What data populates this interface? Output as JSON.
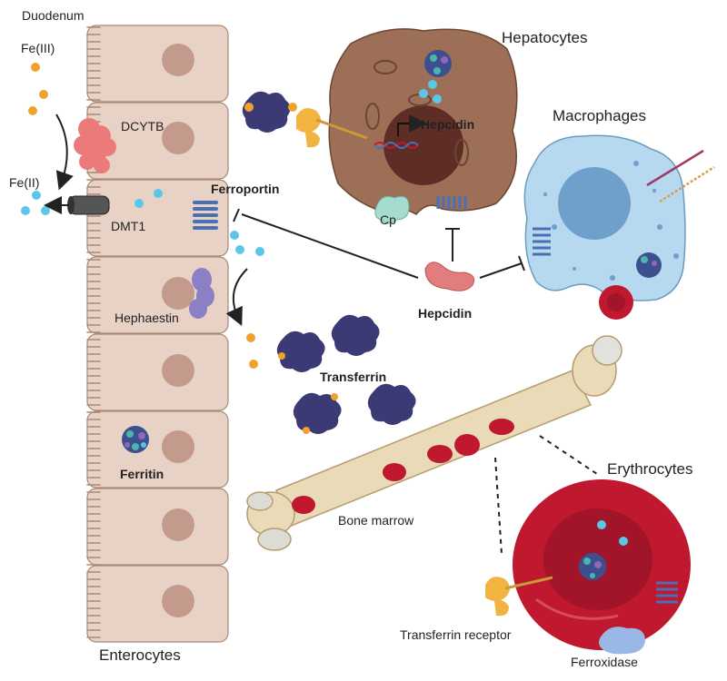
{
  "labels": {
    "duodenum": "Duodenum",
    "fe3": "Fe(III)",
    "fe2": "Fe(II)",
    "dcytb": "DCYTB",
    "dmt1": "DMT1",
    "ferroportin": "Ferroportin",
    "hephaestin": "Hephaestin",
    "ferritin": "Ferritin",
    "enterocytes": "Enterocytes",
    "hepatocytes": "Hepatocytes",
    "hepcidin_gene": "Hepcidin",
    "cp": "Cp",
    "macrophages": "Macrophages",
    "hepcidin": "Hepcidin",
    "transferrin": "Transferrin",
    "bone_marrow": "Bone marrow",
    "erythrocytes": "Erythrocytes",
    "transferrin_receptor": "Transferrin receptor",
    "ferroxidase": "Ferroxidase"
  },
  "colors": {
    "fe3_iron": "#f0a32a",
    "fe2_iron": "#5cc6e6",
    "enterocyte": "#e8d2c6",
    "enterocyte_border": "#a88878",
    "nucleus": "#c39a8b",
    "hepatocyte": "#9d6f57",
    "macrophage": "#b6d9ef",
    "erythrocyte": "#c0192f",
    "transferrin_protein": "#3b3a75",
    "bone": "#eadbb8",
    "hepcidin_peptide": "#e27d7d",
    "dcytb_protein": "#ec7a7a",
    "hephaestin_protein": "#8b7fc6",
    "ferroportin_protein": "#4b6fb5",
    "cp_protein": "#a6dbcf",
    "ferroxidase_protein": "#9ab8e5",
    "receptor": "#f2b441",
    "dmt1_channel": "#555555"
  },
  "icons": [
    "iron-ion-icon",
    "protein-icon",
    "cell-icon",
    "inhibition-arrow-icon",
    "arrow-icon",
    "bone-icon",
    "red-blood-cell-icon"
  ]
}
